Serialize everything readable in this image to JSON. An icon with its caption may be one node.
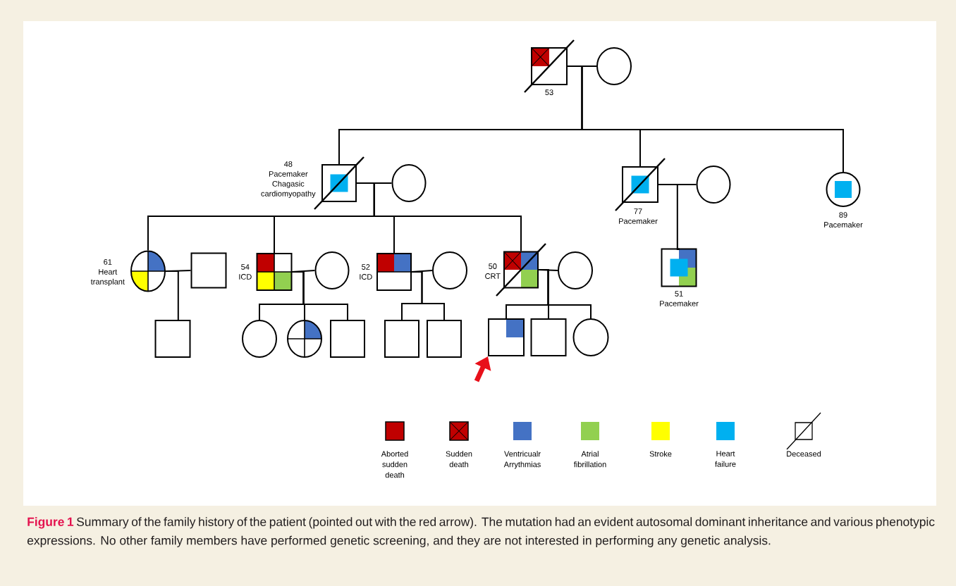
{
  "diagram": {
    "caption": "**Figure 1** Summary of the family history of the patient (pointed out with the red arrow). The mutation had an evident autosomal dominant inheritance and various phenotypic expressions. No other family members have performed genetic screening, and they are not interested in performing any genetic analysis.",
    "nodes": [
      {
        "text": [],
        "shape": "box",
        "beside": [
          "53"
        ]
      },
      {
        "text": [],
        "shape": "circle"
      },
      {
        "text": [],
        "shape": "box",
        "beside": [
          "48",
          "Pacemaker Chagasic cardiomyopathy"
        ]
      },
      {
        "text": [],
        "shape": "circle"
      },
      {
        "text": [],
        "shape": "box",
        "beside": [
          "77",
          "Pacemaker"
        ]
      },
      {
        "text": [],
        "shape": "circle"
      },
      {
        "text": [],
        "shape": "circle",
        "beside": [
          "89",
          "Pacemaker"
        ]
      },
      {
        "text": [],
        "shape": "circle",
        "beside": [
          "61",
          "Heart transplant"
        ]
      },
      {
        "text": [],
        "shape": "box"
      },
      {
        "text": [],
        "shape": "box",
        "beside": [
          "54",
          "ICD"
        ]
      },
      {
        "text": [],
        "shape": "circle"
      },
      {
        "text": [],
        "shape": "box",
        "beside": [
          "52",
          "ICD"
        ]
      },
      {
        "text": [],
        "shape": "circle"
      },
      {
        "text": [],
        "shape": "box",
        "beside": [
          "50",
          "CRT"
        ]
      },
      {
        "text": [],
        "shape": "circle"
      },
      {
        "text": [],
        "shape": "box",
        "beside": [
          "51",
          "Pacemaker"
        ]
      },
      {
        "text": [],
        "shape": "box"
      },
      {
        "text": [],
        "shape": "circle"
      },
      {
        "text": [],
        "shape": "circle"
      },
      {
        "text": [],
        "shape": "box"
      },
      {
        "text": [],
        "shape": "box"
      },
      {
        "text": [],
        "shape": "box"
      },
      {
        "text": [],
        "shape": "box"
      },
      {
        "text": [],
        "shape": "box"
      },
      {
        "text": [],
        "shape": "circle"
      }
    ],
    "edges": [
      {
        "from": 0,
        "to": 1,
        "arrow": "none"
      },
      {
        "from": 0,
        "to": 2,
        "arrow": "none"
      },
      {
        "from": 0,
        "to": 4,
        "arrow": "none"
      },
      {
        "from": 0,
        "to": 6,
        "arrow": "none"
      },
      {
        "from": 2,
        "to": 3,
        "arrow": "none"
      },
      {
        "from": 4,
        "to": 5,
        "arrow": "none"
      },
      {
        "from": 2,
        "to": 7,
        "arrow": "none"
      },
      {
        "from": 2,
        "to": 9,
        "arrow": "none"
      },
      {
        "from": 2,
        "to": 11,
        "arrow": "none"
      },
      {
        "from": 2,
        "to": 13,
        "arrow": "none"
      },
      {
        "from": 4,
        "to": 15,
        "arrow": "none"
      },
      {
        "from": 7,
        "to": 8,
        "arrow": "none"
      },
      {
        "from": 9,
        "to": 10,
        "arrow": "none"
      },
      {
        "from": 11,
        "to": 12,
        "arrow": "none"
      },
      {
        "from": 13,
        "to": 14,
        "arrow": "none"
      },
      {
        "from": 7,
        "to": 16,
        "arrow": "none"
      },
      {
        "from": 9,
        "to": 17,
        "arrow": "none"
      },
      {
        "from": 9,
        "to": 18,
        "arrow": "none"
      },
      {
        "from": 9,
        "to": 19,
        "arrow": "none"
      },
      {
        "from": 11,
        "to": 20,
        "arrow": "none"
      },
      {
        "from": 11,
        "to": 21,
        "arrow": "none"
      },
      {
        "from": 13,
        "to": 22,
        "arrow": "none"
      },
      {
        "from": 13,
        "to": 23,
        "arrow": "none"
      },
      {
        "from": 13,
        "to": 24,
        "arrow": "none"
      },
      {
        "from": null,
        "to": 22,
        "arrow": "to",
        "style": "thick",
        "color": "#e8101a"
      }
    ],
    "legend": [
      {
        "text": "Aborted sudden death",
        "color": "#c00000"
      },
      {
        "text": "Sudden death"
      },
      {
        "text": "Ventricualr Arrythmias",
        "color": "#4472c4"
      },
      {
        "text": "Atrial fibrillation",
        "color": "#92d050"
      },
      {
        "text": "Stroke",
        "color": "#ffff00"
      },
      {
        "text": "Heart failure",
        "color": "#00b0f0"
      },
      {
        "text": "Deceased"
      }
    ]
  }
}
